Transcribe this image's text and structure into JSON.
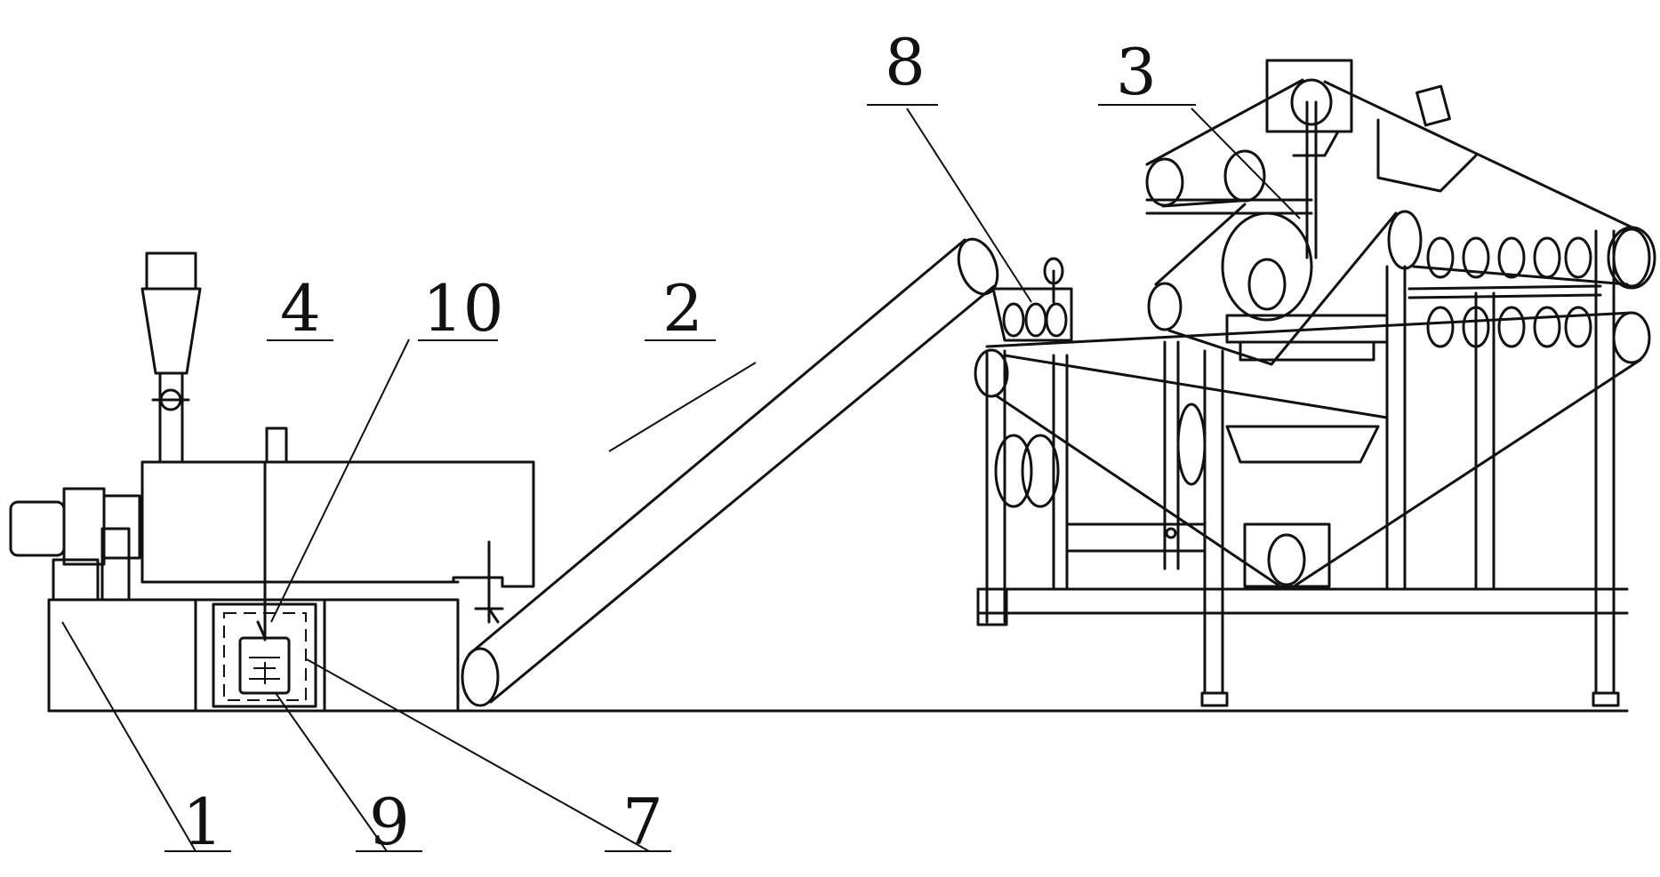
{
  "labels": {
    "n1": "1",
    "n2": "2",
    "n3": "3",
    "n4": "4",
    "n7": "7",
    "n8": "8",
    "n9": "9",
    "n10": "10"
  },
  "colors": {
    "ink": "#111111",
    "paper": "#ffffff"
  }
}
